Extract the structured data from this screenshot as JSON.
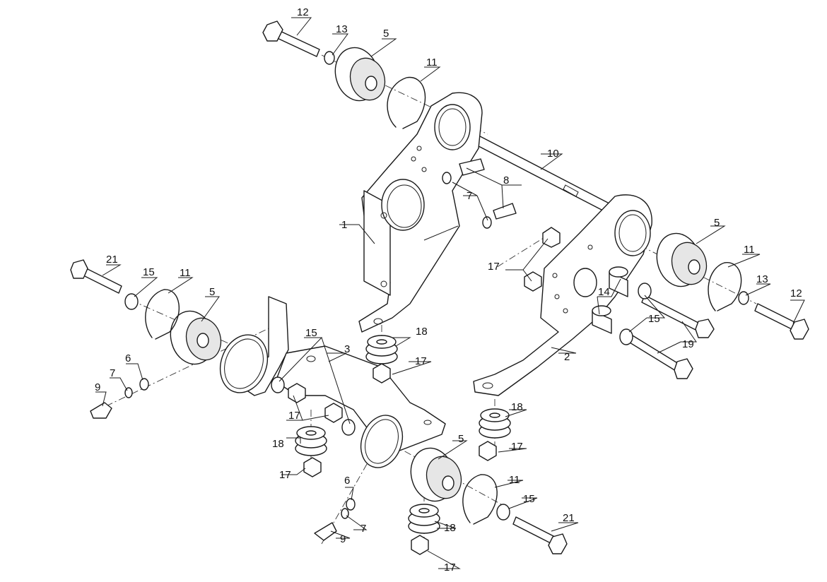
{
  "diagram": {
    "type": "exploded-assembly",
    "callouts": [
      "1",
      "2",
      "3",
      "5",
      "6",
      "7",
      "8",
      "9",
      "10",
      "11",
      "12",
      "13",
      "14",
      "15",
      "17",
      "18",
      "19",
      "21"
    ]
  },
  "labels": {
    "c1": "1",
    "c2": "2",
    "c3": "3",
    "c5a": "5",
    "c5b": "5",
    "c5c": "5",
    "c5d": "5",
    "c6a": "6",
    "c6b": "6",
    "c7a": "7",
    "c7b": "7",
    "c7c": "7",
    "c8": "8",
    "c9a": "9",
    "c9b": "9",
    "c10": "10",
    "c11a": "11",
    "c11b": "11",
    "c11c": "11",
    "c11d": "11",
    "c12a": "12",
    "c12b": "12",
    "c13a": "13",
    "c13b": "13",
    "c14": "14",
    "c15a": "15",
    "c15b": "15",
    "c15c": "15",
    "c15d": "15",
    "c17a": "17",
    "c17b": "17",
    "c17c": "17",
    "c17d": "17",
    "c17e": "17",
    "c17f": "17",
    "c18a": "18",
    "c18b": "18",
    "c18c": "18",
    "c18d": "18",
    "c19": "19",
    "c21a": "21",
    "c21b": "21"
  }
}
